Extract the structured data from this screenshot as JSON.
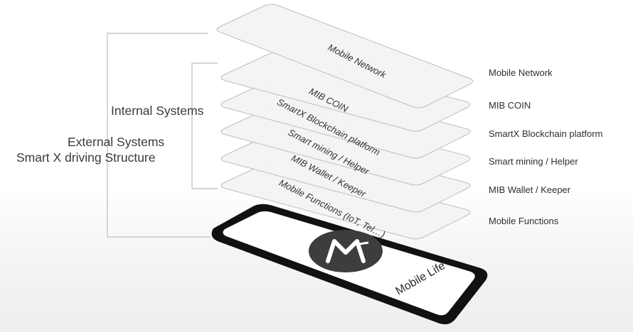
{
  "left_labels": {
    "internal": "Internal Systems",
    "external": "External Systems",
    "structure": "Smart X  driving Structure"
  },
  "layers": [
    {
      "label": "Mobile Network",
      "side_label": "Mobile Network"
    },
    {
      "label": "MIB COIN",
      "side_label": "MIB COIN"
    },
    {
      "label": "SmartX Blockchain platform",
      "side_label": "SmartX Blockchain platform"
    },
    {
      "label": "Smart mining / Helper",
      "side_label": "Smart mining / Helper"
    },
    {
      "label": "MIB Wallet / Keeper",
      "side_label": "MIB Wallet / Keeper"
    },
    {
      "label": "Mobile Functions (IoT, Tel…)",
      "side_label": "Mobile Functions"
    }
  ],
  "phone": {
    "brand_text": "Mobile Life",
    "logo_icon": "mib-m-logo-icon"
  },
  "colors": {
    "layer_fill": "#f4f4f4",
    "layer_stroke": "#bdbdbd",
    "phone_body": "#111111",
    "phone_screen": "#ffffff",
    "logo_bg": "#3d3d3d",
    "bracket": "#bdbdbd"
  }
}
